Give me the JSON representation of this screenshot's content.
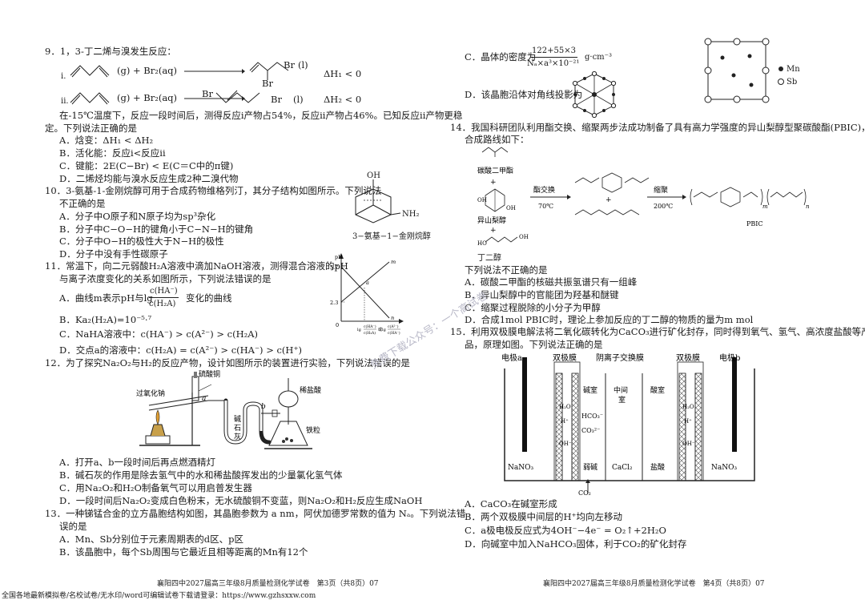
{
  "q9": {
    "stem": "9．1，3-丁二烯与溴发生反应：",
    "rxn_i_label": "i.",
    "rxn_i_reagents": "(g) + Br₂(aq)",
    "rxn_i_dh": "ΔH₁ < 0",
    "rxn_ii_label": "ii.",
    "rxn_ii_reagents": "(g) + Br₂(aq)",
    "rxn_ii_dh": "ΔH₂ < 0",
    "br_labels": [
      "Br",
      "(l)",
      "Br",
      "Br",
      "Br",
      "(l)"
    ],
    "note_line1": "在-15℃温度下，反应一段时间后，测得反应i产物占54%，反应ii产物占46%。已知反应ii产物更稳",
    "note_line2": "定。下列说法正确的是",
    "options": [
      "A．焓变：ΔH₁ < ΔH₂",
      "B．活化能：反应i<反应ii",
      "C．键能：2E(C−Br) < E(C＝C中的π键)",
      "D．二烯烃均能与溴水反应生成2种二溴代物"
    ]
  },
  "q10": {
    "stem1": "10．3-氨基-1-金刚烷醇可用于合成药物维格列汀，其分子结构如图所示。下列说法",
    "stem2": "不正确的是",
    "options": [
      "A．分子中O原子和N原子均为sp³杂化",
      "B．分子中C−O−H的键角小于C−N−H的键角",
      "C．分子中O−H的极性大于N−H的极性",
      "D．分子中没有手性碳原子"
    ],
    "mol_oh": "OH",
    "mol_nh2": "NH₂",
    "caption": "3−氨基−1−金刚烷醇"
  },
  "q11": {
    "stem1": "11．常温下，向二元弱酸H₂A溶液中滴加NaOH溶液，测得混合溶液的pH",
    "stem2": "与离子浓度变化的关系如图所示，下列说法错误的是",
    "optA_pre": "A．曲线m表示pH与lg",
    "optA_num": "c(HA⁻)",
    "optA_den": "c(H₂A)",
    "optA_post": "变化的曲线",
    "optB": "B．Ka₂(H₂A)=10⁻⁵·⁷",
    "optC": "C．NaHA溶液中：c(HA⁻) > c(A²⁻) > c(H₂A)",
    "optD": "D．交点a的溶液中：c(H₂A) = c(A²⁻) > c(HA⁻) > c(H⁺)",
    "chart": {
      "ylabel": "pH",
      "yticks": [
        "5.7",
        "2.3"
      ],
      "origin": "0",
      "lines": [
        "m",
        "n"
      ],
      "point": "a",
      "xlabel_a": "lg",
      "xlabel_b": "或lg",
      "xlabel_num1": "c(HA⁻)",
      "xlabel_den1": "c(H₂A)",
      "xlabel_num2": "c(A²⁻)",
      "xlabel_den2": "c(HA⁻)"
    }
  },
  "q12": {
    "stem": "12．为了探究Na₂O₂与H₂的反应产物，设计如图所示的装置进行实验，下列说法错误的是",
    "labels": [
      "硫酸铜",
      "过氧化钠",
      "a",
      "碱",
      "石",
      "灰",
      "b",
      "稀盐酸",
      "铁粒"
    ],
    "options": [
      "A．打开a、b一段时间后再点燃酒精灯",
      "B．碱石灰的作用是除去氢气中的水和稀盐酸挥发出的少量氯化氢气体",
      "C．用Na₂O₂和H₂O制备氧气可以用启普发生器",
      "D．一段时间后Na₂O₂变成白色粉末，无水硫酸铜不变蓝，则Na₂O₂和H₂反应生成NaOH"
    ]
  },
  "q13": {
    "stem1": "13．一种锑锰合金的立方晶胞结构如图，其晶胞参数为 a nm，阿伏加德罗常数的值为 Nₐ。下列说法错",
    "stem2": "误的是",
    "options": [
      "A．Mn、Sb分别位于元素周期表的d区、p区",
      "B．该晶胞中，每个Sb周围与它最近且相等距离的Mn有12个"
    ],
    "optC_pre": "C．晶体的密度为",
    "optC_num": "122+55×3",
    "optC_den": "Nₐ×a³×10⁻²¹",
    "optC_unit": "g·cm⁻³",
    "optD": "D．该晶胞沿体对角线投影为",
    "legend_mn": "Mn",
    "legend_sb": "Sb"
  },
  "q14": {
    "stem1": "14．我国科研团队利用酯交换、缩聚两步法成功制备了具有高力学强度的异山梨醇型聚碳酸酯(PBIC)，",
    "stem2": "合成路线如下：",
    "labels": [
      "碳酸二甲酯",
      "+",
      "异山梨醇",
      "+",
      "丁二醇",
      "酯交换",
      "70℃",
      "缩聚",
      "200℃",
      "PBIC",
      "m",
      "n"
    ],
    "ask": "下列说法不正确的是",
    "options": [
      "A．碳酸二甲酯的核磁共振氢谱只有一组峰",
      "B．异山梨醇中的官能团为羟基和醚键",
      "C．缩聚过程脱除的小分子为甲醇",
      "D．合成1mol PBIC时，理论上参加反应的丁二醇的物质的量为m mol"
    ]
  },
  "q15": {
    "stem1": "15．利用双极膜电解法将二氧化碳转化为CaCO₃进行矿化封存，同时得到氧气、氢气、高浓度盐酸等产",
    "stem2": "品，原理如图。下列说法正确的是",
    "cell": {
      "electrode_a": "电极a",
      "bipolar1": "双极膜",
      "aem": "阴离子交换膜",
      "bipolar2": "双极膜",
      "electrode_b": "电极b",
      "base_room": "碱室",
      "middle1": "中间",
      "middle2": "室",
      "acid_room": "酸室",
      "bp_ions_l": [
        "H₂O",
        "H⁺",
        "OH⁻"
      ],
      "bp_ions_r": [
        "H₂O",
        "H⁺",
        "OH⁻"
      ],
      "base_ions": [
        "HCO₃⁻",
        "CO₃²⁻"
      ],
      "left_sol": "NaNO₃",
      "weak_base": "弱碱",
      "cacl2": "CaCl₂",
      "hcl": "盐酸",
      "right_sol": "NaNO₃",
      "co2": "CO₂"
    },
    "options": [
      "A．CaCO₃在碱室形成",
      "B．两个双极膜中间层的H⁺均向左移动",
      "C．a极电极反应式为4OH⁻−4e⁻ = O₂↑+2H₂O",
      "D．向碱室中加入NaHCO₃固体，利于CO₂的矿化封存"
    ]
  },
  "footer": {
    "left": "襄阳四中2027届高三年级8月质量检测化学试卷　第3页（共8页）07",
    "right": "襄阳四中2027届高三年级8月质量检测化学试卷　第4页（共8页）07",
    "bottom_left": "全国各地最新模拟卷/名校试卷/无水印/word可编辑试卷下载请登录：https://www.gzhsxxw.com"
  },
  "watermark": "免费下载公众号：一个高试卷"
}
